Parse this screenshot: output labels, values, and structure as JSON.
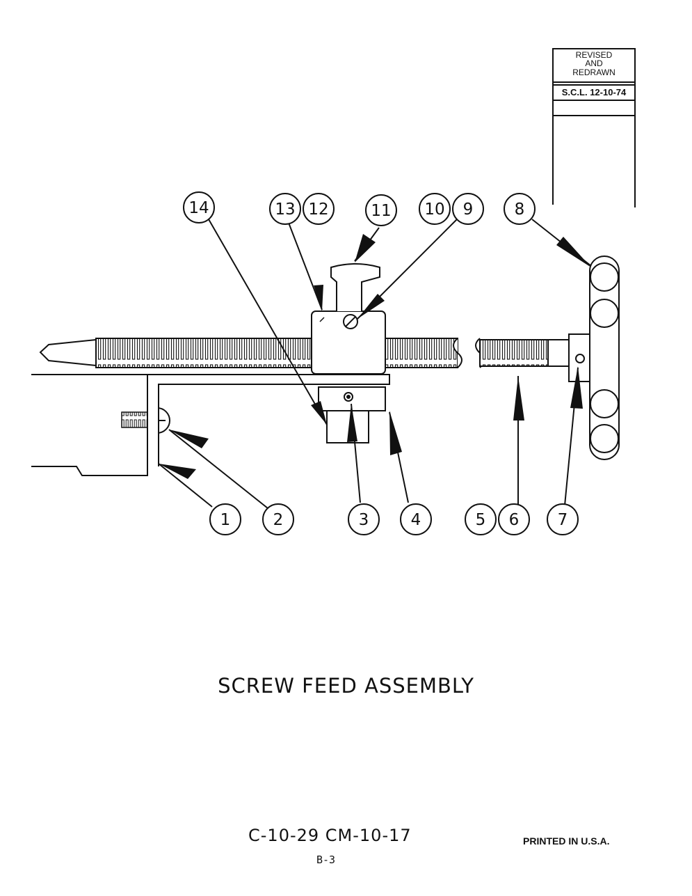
{
  "revision_block": {
    "line1": "REVISED",
    "line2": "AND",
    "line3": "REDRAWN",
    "stamp": "S.C.L. 12-10-74"
  },
  "callouts": {
    "c1": "1",
    "c2": "2",
    "c3": "3",
    "c4": "4",
    "c5": "5",
    "c6": "6",
    "c7": "7",
    "c8": "8",
    "c9": "9",
    "c10": "10",
    "c11": "11",
    "c12": "12",
    "c13": "13",
    "c14": "14"
  },
  "title": "SCREW FEED ASSEMBLY",
  "document_number": "C-10-29  CM-10-17",
  "page_number": "B-3",
  "printed_note": "PRINTED  IN  U.S.A."
}
